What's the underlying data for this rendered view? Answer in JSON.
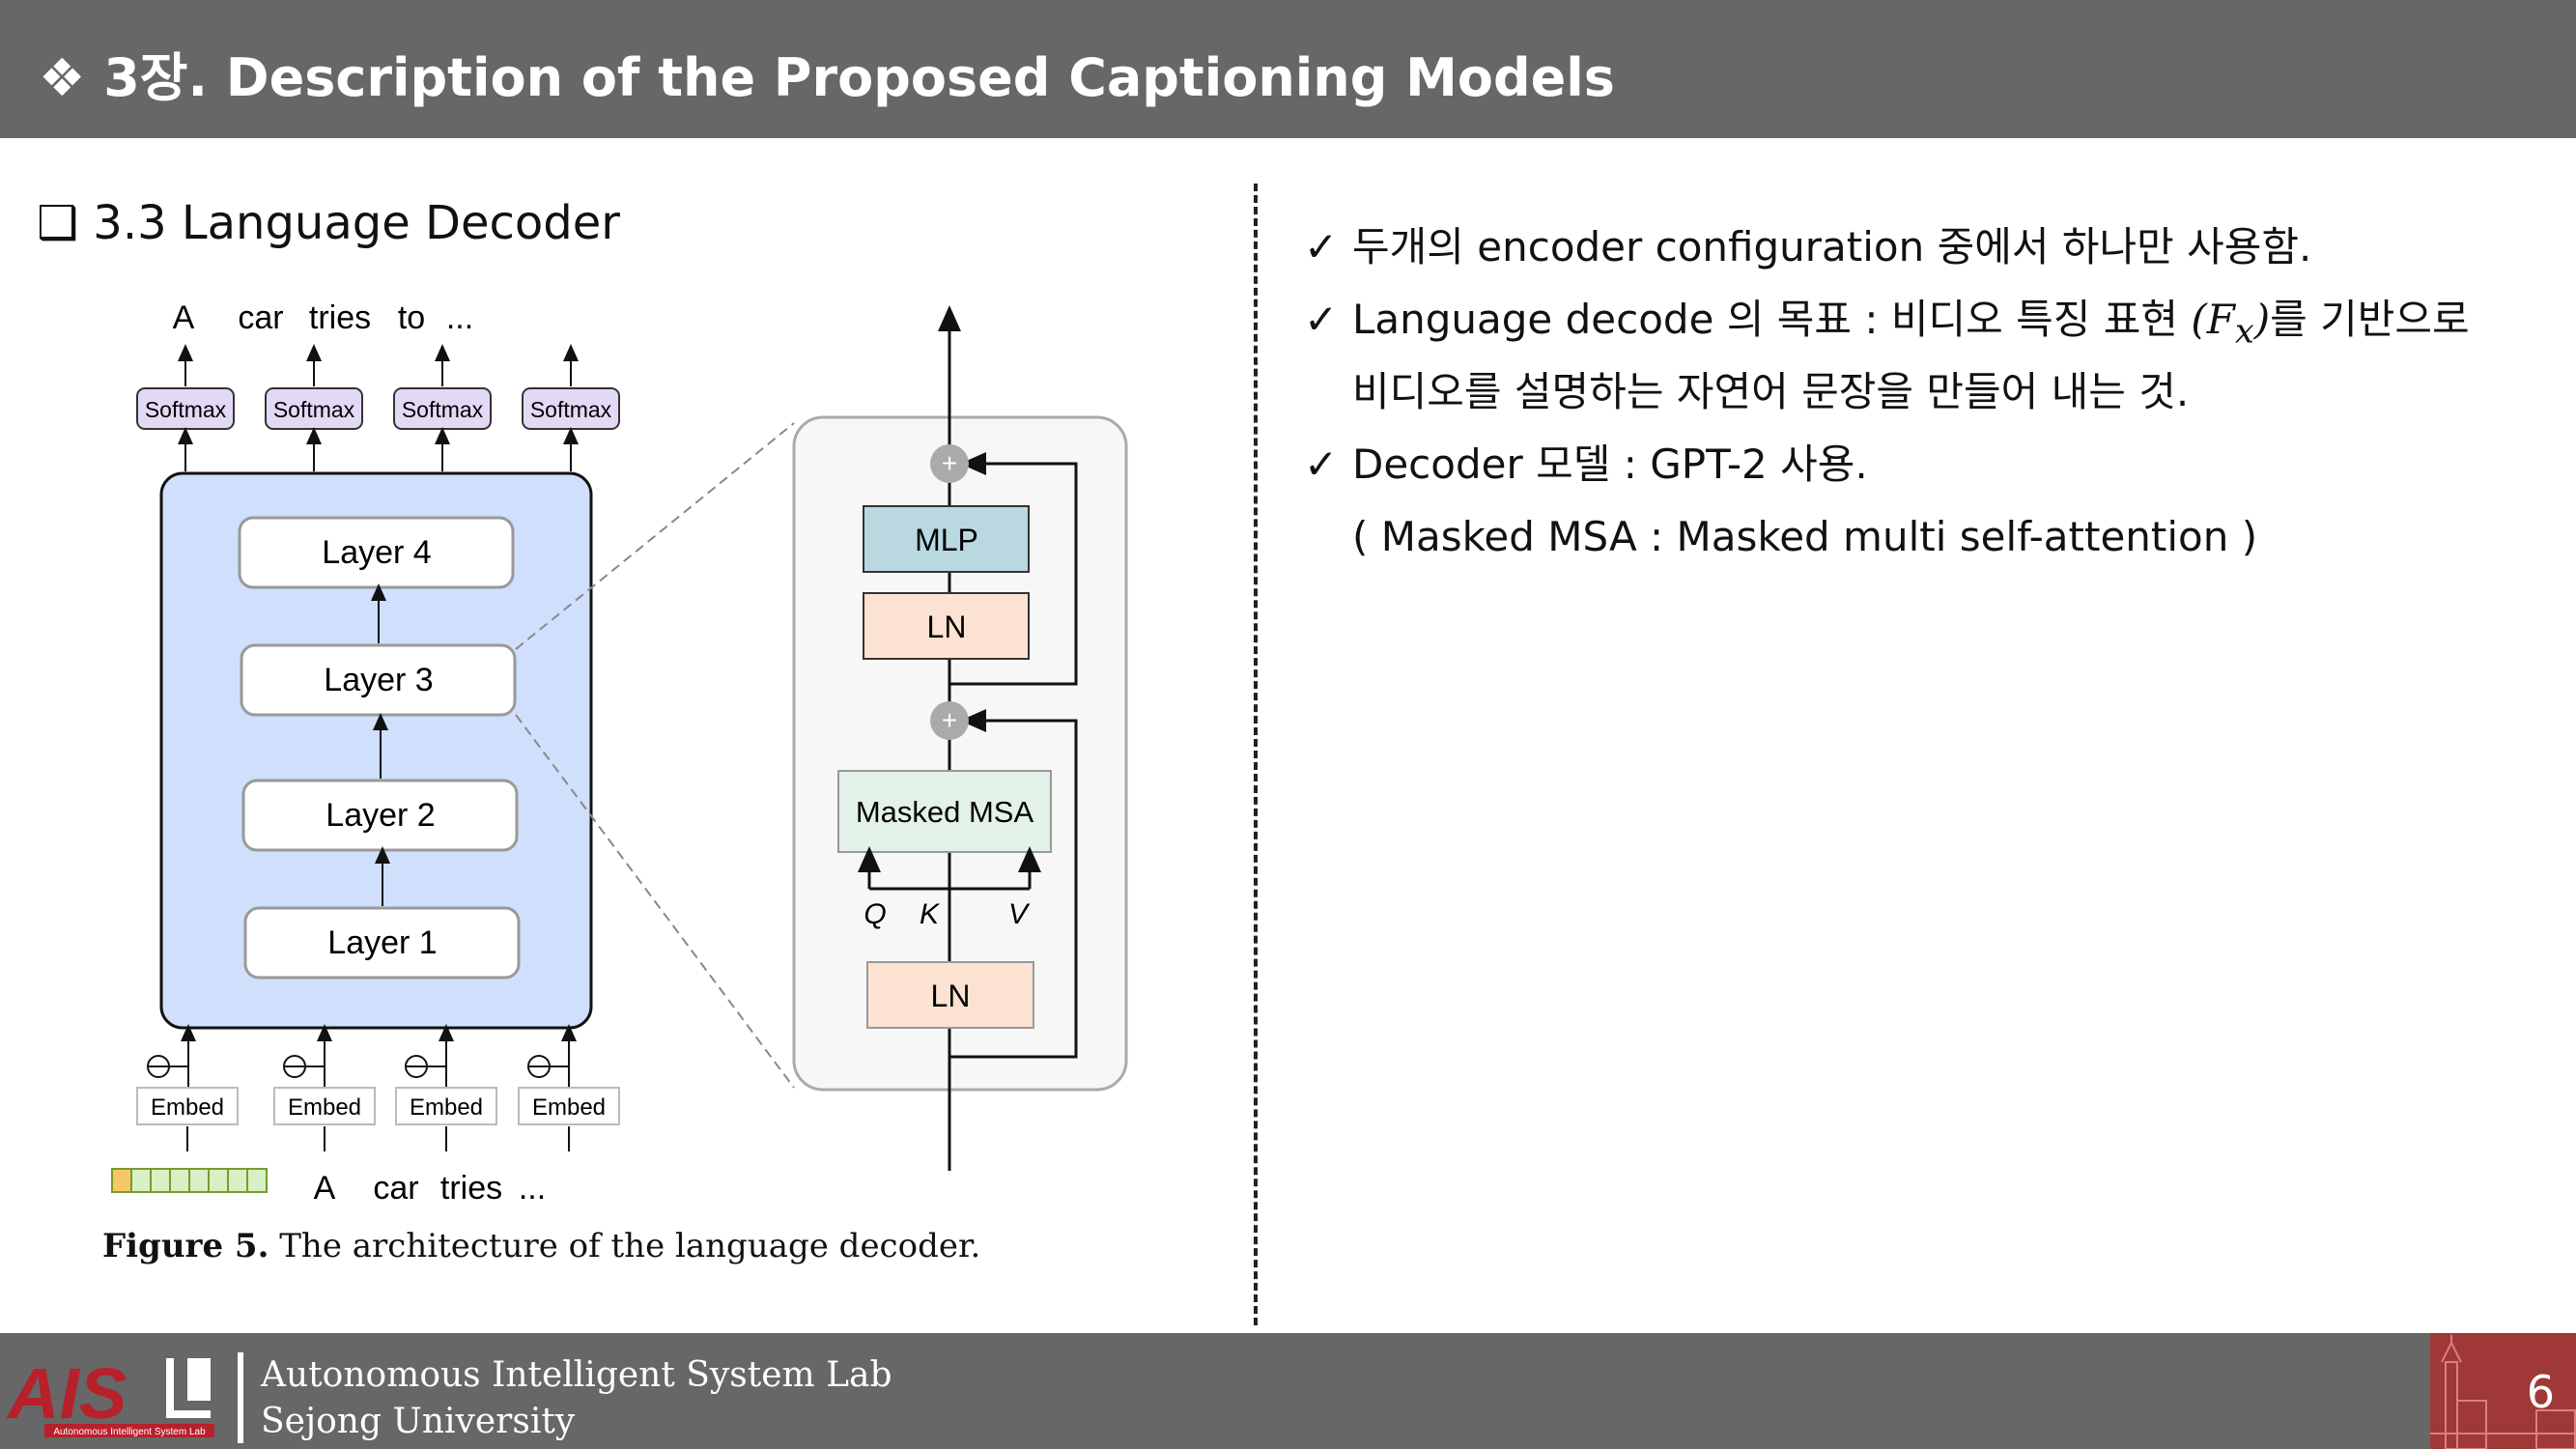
{
  "header": {
    "title": "❖  3장. Description of the Proposed Captioning Models"
  },
  "section": {
    "title": "❑ 3.3 Language Decoder"
  },
  "bullets": {
    "mark": "✓",
    "b1": "두개의 encoder configuration 중에서 하나만 사용함.",
    "b2_pre": "Language decode 의 목표 :  비디오 특징 표현 ",
    "b2_fx": "(F",
    "b2_sub": "x",
    "b2_close": ")",
    "b2_post": "를 기반으로",
    "b2_cont": "비디오를 설명하는 자연어 문장을 만들어 내는 것.",
    "b3": "Decoder 모델 : GPT-2 사용.",
    "b3_note": "( Masked MSA : Masked multi self-attention )"
  },
  "figure": {
    "out_tokens": [
      "A",
      "car",
      "tries",
      "to",
      "..."
    ],
    "softmax": [
      "Softmax",
      "Softmax",
      "Softmax",
      "Softmax"
    ],
    "layers": [
      "Layer 4",
      "Layer 3",
      "Layer 2",
      "Layer 1"
    ],
    "embed": [
      "Embed",
      "Embed",
      "Embed",
      "Embed"
    ],
    "in_tokens": [
      "A",
      "car",
      "tries",
      "..."
    ],
    "block": {
      "mlp": "MLP",
      "ln_top": "LN",
      "msa": "Masked MSA",
      "ln_bottom": "LN",
      "q": "Q",
      "k": "K",
      "v": "V",
      "plus": "+"
    },
    "caption_label": "Figure 5.",
    "caption_text": " The architecture of the language decoder."
  },
  "footer": {
    "logo_text": "AISL",
    "logo_sub": "Autonomous Intelligent System Lab",
    "lab_line1": "Autonomous Intelligent System Lab",
    "lab_line2": "Sejong University",
    "page": "6"
  },
  "colors": {
    "header_bg": "#676767",
    "decoder_fill": "#cfdffc",
    "softmax_fill": "#e3d9f5",
    "mlp_fill": "#b9d8e0",
    "ln_fill": "#fbe2d2",
    "msa_fill": "#e2f2e8",
    "accent_red": "#a03838"
  }
}
